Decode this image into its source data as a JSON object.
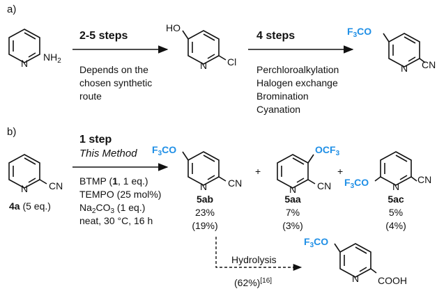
{
  "panel_a": {
    "label": "a)",
    "step1": {
      "title": "2-5 steps",
      "lines": [
        "Depends on the",
        "chosen synthetic",
        "route"
      ]
    },
    "step2": {
      "title": "4 steps",
      "lines": [
        "Perchloroalkylation",
        "Halogen exchange",
        "Bromination",
        "Cyanation"
      ]
    },
    "sm_nh2": "NH",
    "sm_nh2_sub": "2",
    "int_ho": "HO",
    "int_cl": "Cl",
    "prod_f3co": "F",
    "prod_f3co_sub": "3",
    "prod_f3co_rest": "CO",
    "prod_cn": "CN"
  },
  "panel_b": {
    "label": "b)",
    "step_title": "1 step",
    "step_subtitle": "This Method",
    "sm_label": "4a",
    "sm_equiv": "(5 eq.)",
    "sm_cn": "CN",
    "conditions": {
      "l1a": "BTMP (",
      "l1b": "1",
      "l1c": ", 1 eq.)",
      "l2": "TEMPO (25 mol%)",
      "l3a": "Na",
      "l3b": "2",
      "l3c": "CO",
      "l3d": "3",
      "l3e": " (1 eq.)",
      "l4": "neat, 30 °C, 16 h"
    },
    "products": [
      {
        "id": "5ab",
        "yield": "23%",
        "yield2": "(19%)",
        "sub_a": "F",
        "sub_b": "3",
        "sub_c": "CO",
        "cn": "CN"
      },
      {
        "id": "5aa",
        "yield": "7%",
        "yield2": "(3%)",
        "sub_a": "OCF",
        "sub_b": "3",
        "cn": "CN"
      },
      {
        "id": "5ac",
        "yield": "5%",
        "yield2": "(4%)",
        "sub_a": "F",
        "sub_b": "3",
        "sub_c": "CO",
        "cn": "CN"
      }
    ],
    "plus": "+",
    "hydrolysis": {
      "label": "Hydrolysis",
      "yield": "(62%)",
      "ref": "[16]"
    },
    "acid": {
      "sub_a": "F",
      "sub_b": "3",
      "sub_c": "CO",
      "cooh": "COOH"
    },
    "ring_n": "N"
  },
  "colors": {
    "accent": "#1f8fe6",
    "ink": "#111111"
  }
}
